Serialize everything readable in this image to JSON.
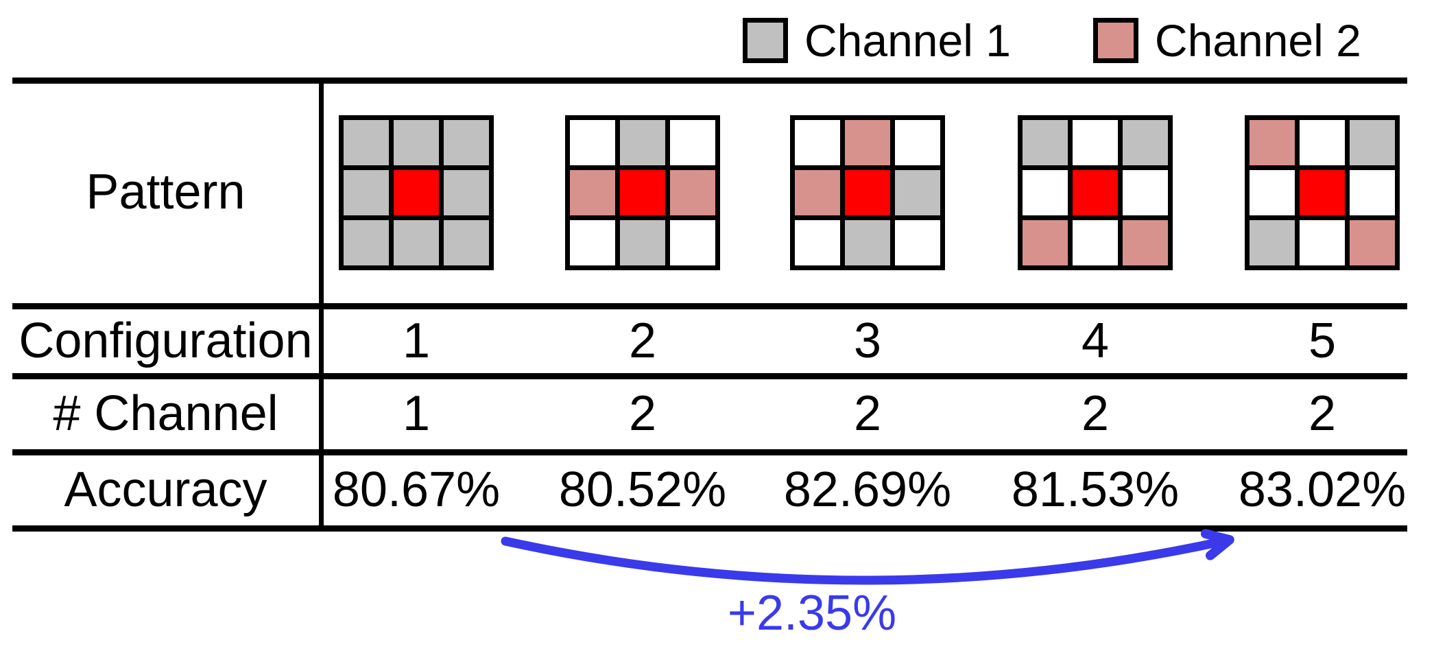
{
  "legend": {
    "items": [
      {
        "label": "Channel 1",
        "color": "#c0c0c0"
      },
      {
        "label": "Channel 2",
        "color": "#d8928e"
      }
    ]
  },
  "chart_data": {
    "type": "table",
    "row_headers": [
      "Pattern",
      "Configuration",
      "# Channel",
      "Accuracy"
    ],
    "configuration": [
      "1",
      "2",
      "3",
      "4",
      "5"
    ],
    "num_channels": [
      "1",
      "2",
      "2",
      "2",
      "2"
    ],
    "accuracy": [
      "80.67%",
      "80.52%",
      "82.69%",
      "81.53%",
      "83.02%"
    ],
    "cell_colors": {
      "gray": "#c0c0c0",
      "pink": "#d8928e",
      "red": "#ff0000",
      "white": "#ffffff"
    },
    "patterns": [
      {
        "configuration": "1",
        "grid": [
          [
            "gray",
            "gray",
            "gray"
          ],
          [
            "gray",
            "red",
            "gray"
          ],
          [
            "gray",
            "gray",
            "gray"
          ]
        ]
      },
      {
        "configuration": "2",
        "grid": [
          [
            "white",
            "gray",
            "white"
          ],
          [
            "pink",
            "red",
            "pink"
          ],
          [
            "white",
            "gray",
            "white"
          ]
        ]
      },
      {
        "configuration": "3",
        "grid": [
          [
            "white",
            "pink",
            "white"
          ],
          [
            "pink",
            "red",
            "gray"
          ],
          [
            "white",
            "gray",
            "white"
          ]
        ]
      },
      {
        "configuration": "4",
        "grid": [
          [
            "gray",
            "white",
            "gray"
          ],
          [
            "white",
            "red",
            "white"
          ],
          [
            "pink",
            "white",
            "pink"
          ]
        ]
      },
      {
        "configuration": "5",
        "grid": [
          [
            "pink",
            "white",
            "gray"
          ],
          [
            "white",
            "red",
            "white"
          ],
          [
            "gray",
            "white",
            "pink"
          ]
        ]
      }
    ],
    "annotation": {
      "text": "+2.35%",
      "from_configuration": "2",
      "to_configuration": "5",
      "color": "#3a3aeb"
    }
  }
}
